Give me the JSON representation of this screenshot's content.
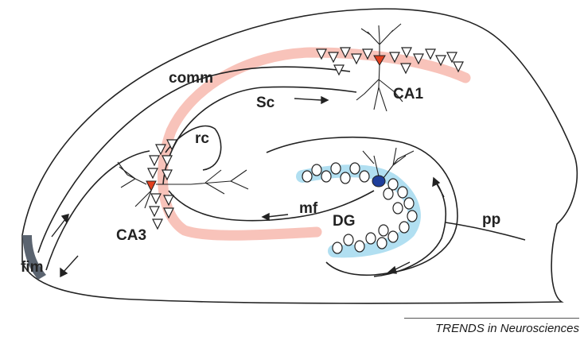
{
  "labels": {
    "comm": "comm",
    "ca1": "CA1",
    "sc": "Sc",
    "rc": "rc",
    "mf": "mf",
    "dg": "DG",
    "pp": "pp",
    "ca3": "CA3",
    "fim": "fim"
  },
  "credit": "TRENDS in Neurosciences",
  "colors": {
    "outline": "#222222",
    "shell_shade": "#5b6470",
    "pyramidal_highlight": "#f7b8ae",
    "pyramidal_neuron": "#e2401f",
    "granule_highlight": "#a9dcef",
    "granule_neuron": "#1f3f9b"
  }
}
